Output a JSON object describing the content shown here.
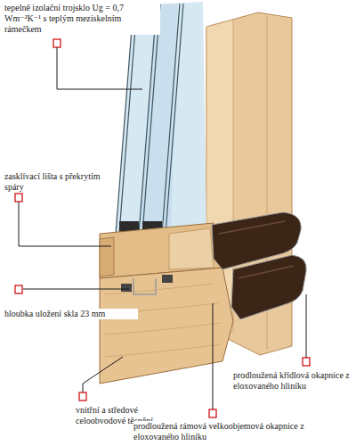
{
  "diagram": {
    "labels": [
      "tepelně izolační trojsklo Ug = 0,7 Wm⁻²K⁻¹ s teplým meziskelním rámečkem",
      "zasklívací lišta s překrytím spáry",
      "hloubka uložení skla 23 mm",
      "vnitřní a středové celoobvodové těsnění",
      "prodloužená křídlová okapnice z eloxovaného hliníku",
      "prodloužená rámová velkoobjemová okapnice z eloxovaného hliníku"
    ]
  }
}
